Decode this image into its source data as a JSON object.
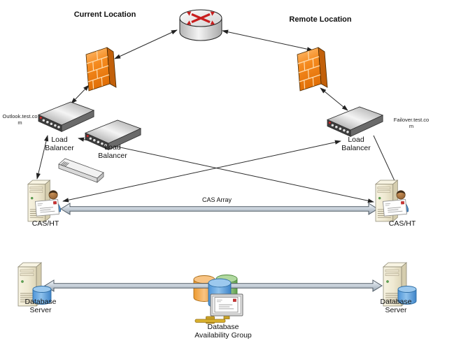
{
  "diagram": {
    "locations": {
      "current": "Current Location",
      "remote": "Remote Location"
    },
    "dns": {
      "outlook": "Outlook.test.com",
      "failover": "Failover.test.com"
    },
    "labels": {
      "load_balancer": "Load Balancer",
      "cas_ht": "CAS/HT",
      "cas_array": "CAS Array",
      "database_server": "Database Server",
      "dag": "Database Availability Group"
    },
    "icons": {
      "router": "router-icon",
      "firewall": "firewall-icon",
      "load_balancer": "load-balancer-icon",
      "switch": "switch-icon",
      "cas_server": "server-user-mail-icon",
      "database_server": "server-database-icon",
      "dag": "database-availability-group-icon"
    },
    "colors": {
      "firewall_orange": "#F58A1E",
      "router_arrow_red": "#C81E1E",
      "server_beige": "#F2EDD9",
      "database_blue": "#55A0DC",
      "dag_orange": "#F2A74B",
      "dag_green": "#82C06D",
      "thick_arrow_fill": "#CBD4DD",
      "connector_black": "#2B2B2B"
    }
  }
}
